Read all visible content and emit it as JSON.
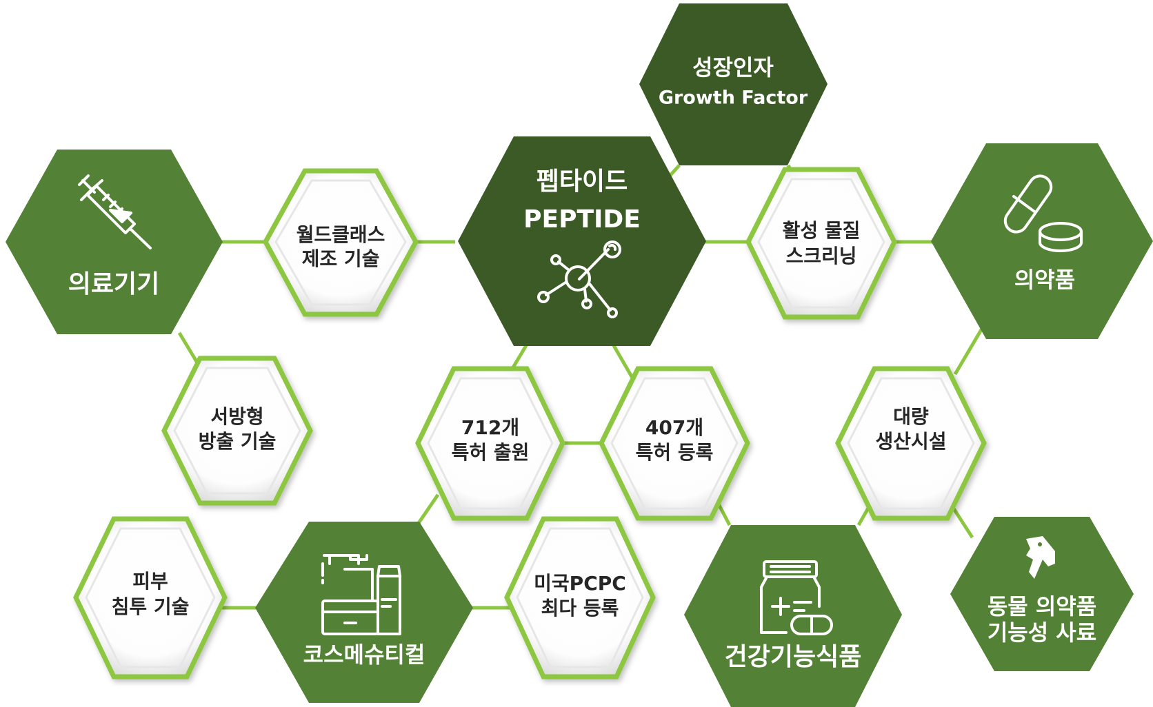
{
  "colors": {
    "dark_green": "#3b5a26",
    "mid_green": "#538135",
    "light_green": "#8dc63f",
    "light_fill": "#ffffff",
    "connector": "#8dc63f"
  },
  "center": {
    "title": "펩타이드",
    "subtitle": "PEPTIDE",
    "icon": "molecule-icon"
  },
  "growth_factor": {
    "title": "성장인자",
    "subtitle": "Growth Factor"
  },
  "applications": {
    "medical_devices": {
      "label": "의료기기",
      "icon": "syringe-icon"
    },
    "pharmaceuticals": {
      "label": "의약품",
      "icon": "pills-icon"
    },
    "cosmeceuticals": {
      "label": "코스메슈티컬",
      "icon": "cosmetics-icon"
    },
    "health_food": {
      "label": "건강기능식품",
      "icon": "supplement-jar-icon"
    },
    "animal": {
      "line1": "동물 의약품",
      "line2": "기능성 사료",
      "icon": "dog-icon"
    }
  },
  "technologies": {
    "world_class": {
      "line1": "월드클래스",
      "line2": "제조 기술"
    },
    "screening": {
      "line1": "활성 물질",
      "line2": "스크리닝"
    },
    "sustained": {
      "line1": "서방형",
      "line2": "방출 기술"
    },
    "patents_filed": {
      "line1": "712개",
      "line2": "특허 출원"
    },
    "patents_registered": {
      "line1": "407개",
      "line2": "특허 등록"
    },
    "mass_production": {
      "line1": "대량",
      "line2": "생산시설"
    },
    "skin": {
      "line1": "피부",
      "line2": "침투 기술"
    },
    "pcpc": {
      "line1": "미국PCPC",
      "line2": "최다 등록"
    }
  }
}
